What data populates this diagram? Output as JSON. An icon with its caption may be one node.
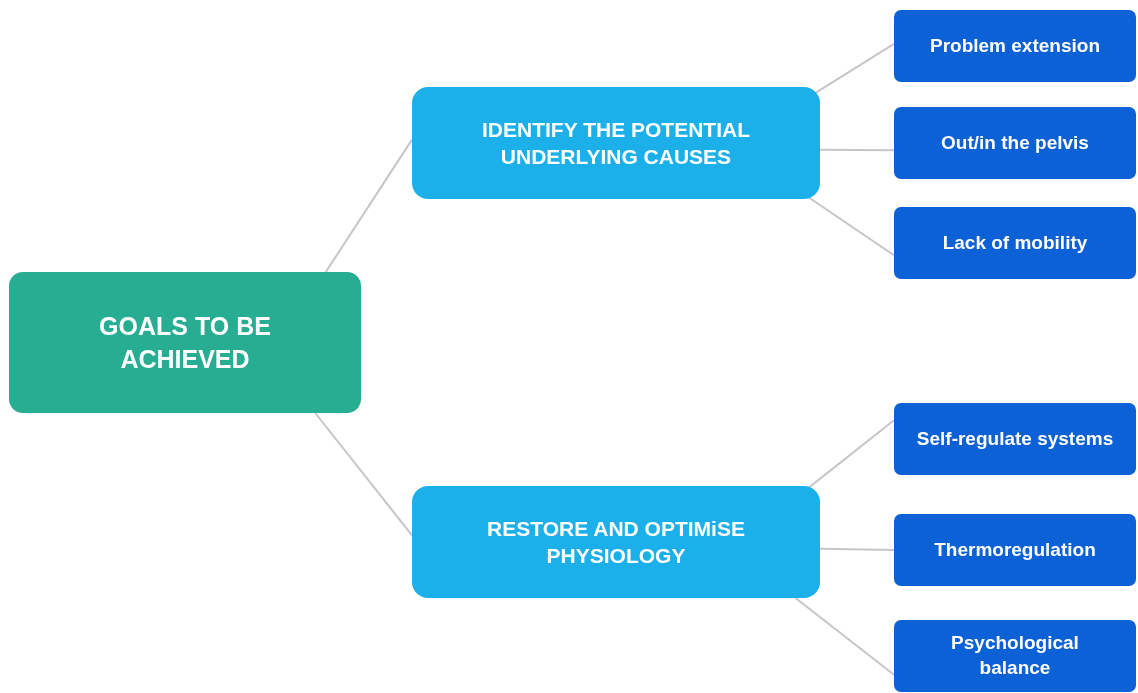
{
  "diagram": {
    "nodes": [
      {
        "text": [
          "GOALS TO BE ACHIEVED"
        ]
      },
      {
        "text": [
          "IDENTIFY THE POTENTIAL UNDERLYING CAUSES"
        ]
      },
      {
        "text": [
          "Problem extension"
        ]
      },
      {
        "text": [
          "Out/in the pelvis"
        ]
      },
      {
        "text": [
          "Lack of mobility"
        ]
      },
      {
        "text": [
          "RESTORE AND OPTIMiSE PHYSIOLOGY"
        ]
      },
      {
        "text": [
          "Self-regulate systems"
        ]
      },
      {
        "text": [
          "Thermoregulation"
        ]
      },
      {
        "text": [
          "Psychological balance"
        ]
      }
    ],
    "edges": [
      {
        "from": 0,
        "to": 1,
        "arrow": "none"
      },
      {
        "from": 1,
        "to": 2,
        "arrow": "none"
      },
      {
        "from": 1,
        "to": 3,
        "arrow": "none"
      },
      {
        "from": 1,
        "to": 4,
        "arrow": "none"
      },
      {
        "from": 0,
        "to": 5,
        "arrow": "none"
      },
      {
        "from": 5,
        "to": 6,
        "arrow": "none"
      },
      {
        "from": 5,
        "to": 7,
        "arrow": "none"
      },
      {
        "from": 5,
        "to": 8,
        "arrow": "none"
      }
    ]
  }
}
